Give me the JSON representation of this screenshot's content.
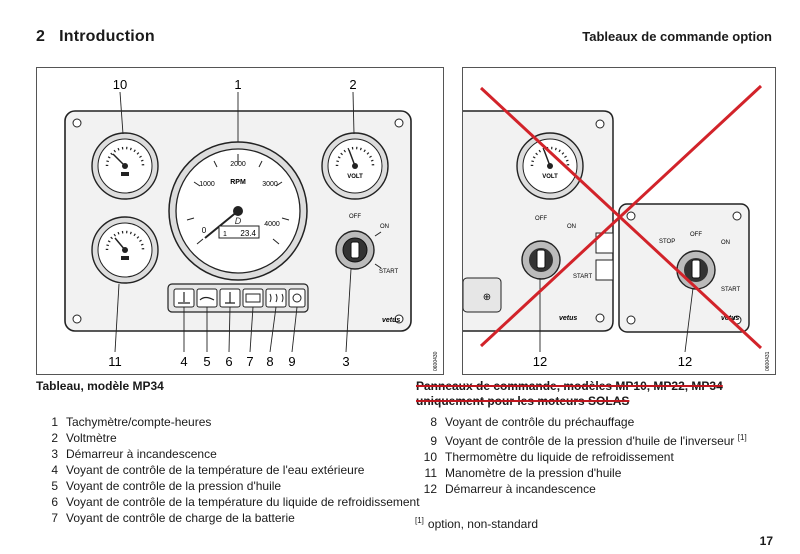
{
  "header": {
    "chapter_number": "2",
    "chapter_title": "Introduction",
    "section_title": "Tableaux de commande option"
  },
  "figure_left": {
    "caption": "Tableau, modèle MP34",
    "callouts": [
      "10",
      "1",
      "2",
      "11",
      "4",
      "5",
      "6",
      "7",
      "8",
      "9",
      "3"
    ],
    "tacho": {
      "unit": "RPM",
      "ticks": [
        "0",
        "1000",
        "2000",
        "3000",
        "4000"
      ],
      "display_hours": "23.4",
      "display_prefix": "1"
    },
    "volt_label": "VOLT",
    "brand": "vetus",
    "key_labels": [
      "OFF",
      "ON",
      "START"
    ],
    "code": "0600430"
  },
  "figure_right": {
    "caption": "Panneaux de commande, modèles MP10, MP22, MP34 uniquement pour les moteurs SOLAS",
    "callouts": [
      "12",
      "12"
    ],
    "key_labels_a": [
      "OFF",
      "ON",
      "START"
    ],
    "key_labels_b": [
      "STOP",
      "OFF",
      "ON",
      "START"
    ],
    "volt_label": "VOLT",
    "brand": "vetus",
    "code": "0600431",
    "cross_color": "#d2232a"
  },
  "legend_left": [
    {
      "num": "1",
      "text": "Tachymètre/compte-heures"
    },
    {
      "num": "2",
      "text": "Voltmètre"
    },
    {
      "num": "3",
      "text": "Démarreur à incandescence"
    },
    {
      "num": "4",
      "text": "Voyant de contrôle de la température de l'eau extérieure"
    },
    {
      "num": "5",
      "text": "Voyant de contrôle de la pression d'huile"
    },
    {
      "num": "6",
      "text": "Voyant de contrôle de la température du liquide de refroidissement"
    },
    {
      "num": "7",
      "text": "Voyant de contrôle de charge de la batterie"
    }
  ],
  "legend_right": [
    {
      "num": "8",
      "text": "Voyant de contrôle du préchauffage"
    },
    {
      "num": "9",
      "text": "Voyant de contrôle de la pression d'huile de l'inverseur",
      "sup": "[1]"
    },
    {
      "num": "10",
      "text": "Thermomètre du liquide de refroidissement"
    },
    {
      "num": "11",
      "text": "Manomètre de la pression d'huile"
    },
    {
      "num": "12",
      "text": "Démarreur à incandescence"
    }
  ],
  "footnote": {
    "marker": "[1]",
    "text": "option, non-standard"
  },
  "page_number": "17"
}
